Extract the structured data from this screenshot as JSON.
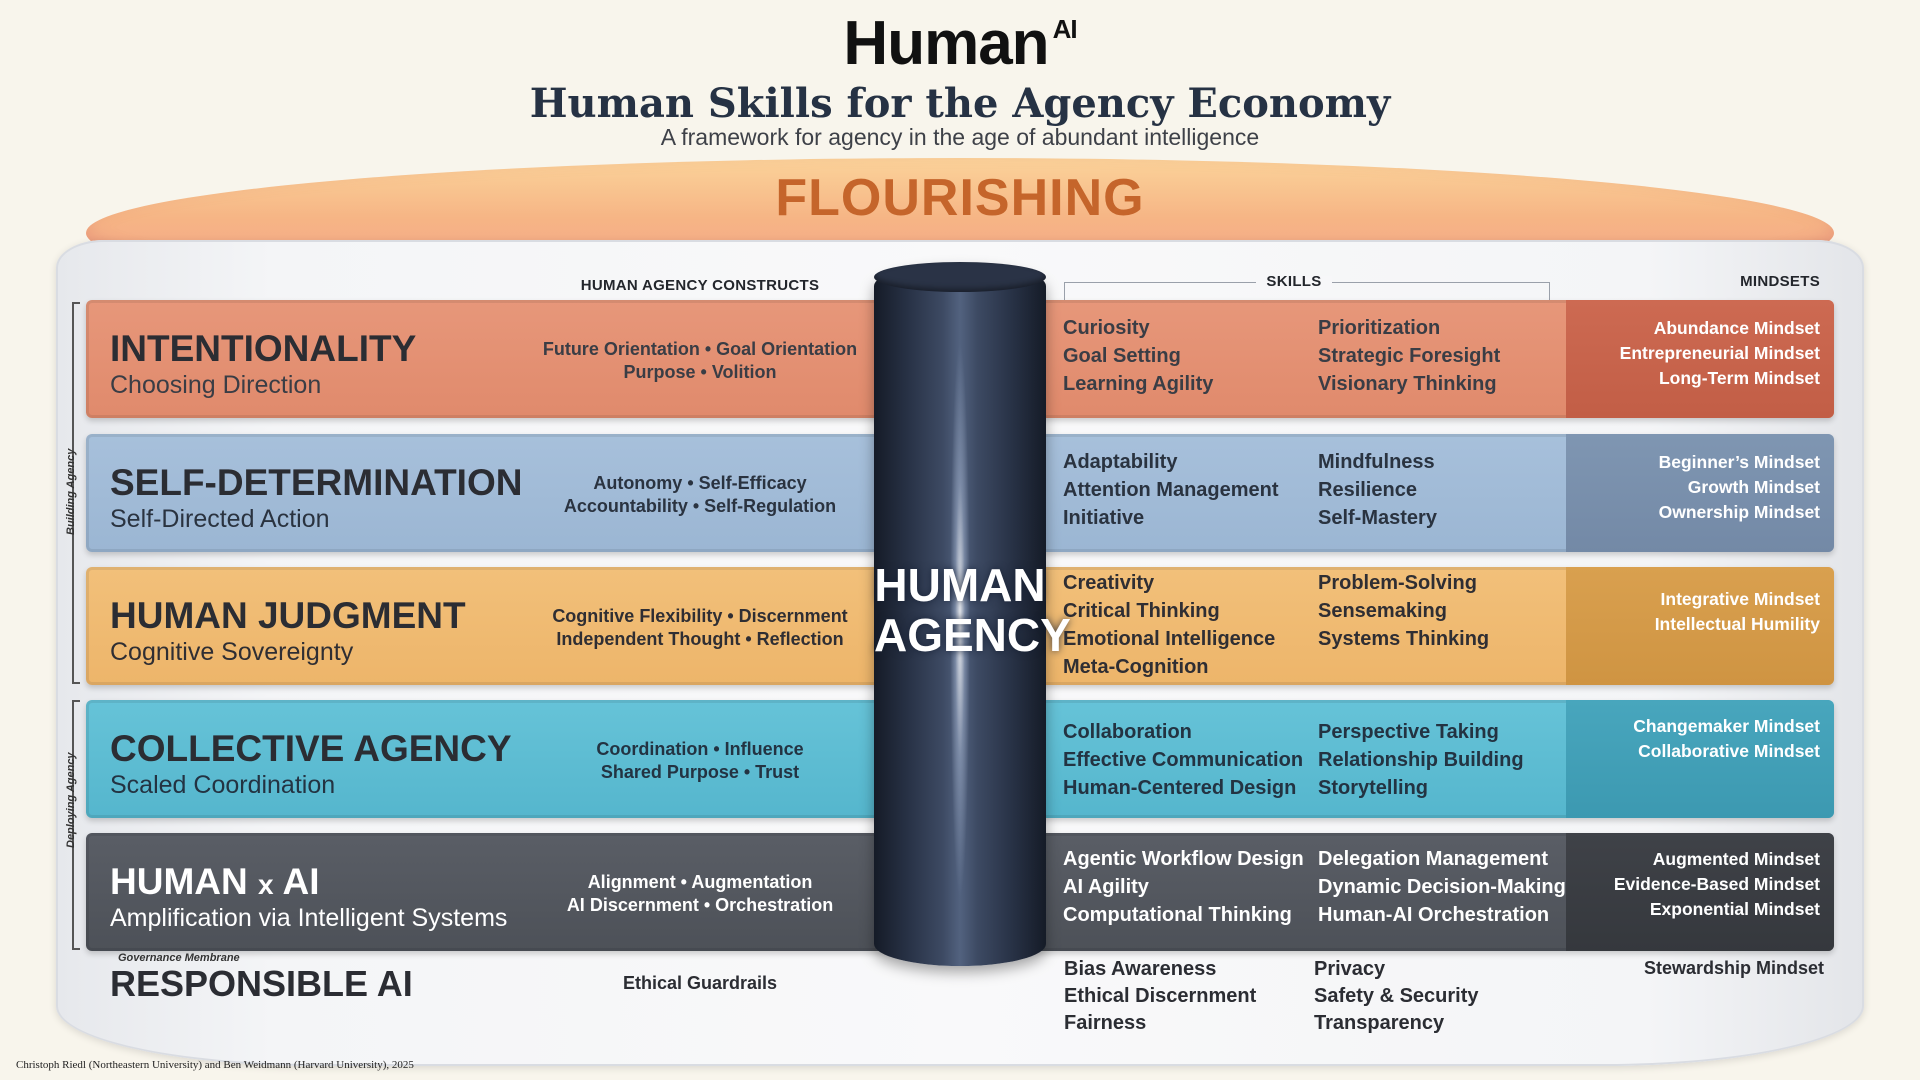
{
  "header": {
    "logo_main": "Human",
    "logo_sup": "AI",
    "title": "Human Skills for the Agency Economy",
    "subtitle": "A framework for agency in the age of abundant intelligence"
  },
  "flourishing": "FLOURISHING",
  "column_headers": {
    "constructs": "HUMAN AGENCY CONSTRUCTS",
    "skills": "SKILLS",
    "mindsets": "MINDSETS"
  },
  "side_labels": {
    "building": "Building Agency",
    "deploying": "Deploying Agency"
  },
  "pillar": {
    "line1": "HUMAN",
    "line2": "AGENCY"
  },
  "bands": [
    {
      "title": "INTENTIONALITY",
      "subtitle": "Choosing Direction",
      "constructs": [
        "Future Orientation • Goal Orientation",
        "Purpose • Volition"
      ],
      "skills_a": [
        "Curiosity",
        "Goal Setting",
        "Learning Agility"
      ],
      "skills_b": [
        "Prioritization",
        "Strategic Foresight",
        "Visionary Thinking"
      ],
      "mindsets": [
        "Abundance Mindset",
        "Entrepreneurial Mindset",
        "Long-Term Mindset"
      ]
    },
    {
      "title": "SELF-DETERMINATION",
      "subtitle": "Self-Directed Action",
      "constructs": [
        "Autonomy • Self-Efficacy",
        "Accountability • Self-Regulation"
      ],
      "skills_a": [
        "Adaptability",
        "Attention Management",
        "Initiative"
      ],
      "skills_b": [
        "Mindfulness",
        "Resilience",
        "Self-Mastery"
      ],
      "mindsets": [
        "Beginner’s Mindset",
        "Growth Mindset",
        "Ownership Mindset"
      ]
    },
    {
      "title": "HUMAN JUDGMENT",
      "subtitle": "Cognitive Sovereignty",
      "constructs": [
        "Cognitive Flexibility • Discernment",
        "Independent Thought • Reflection"
      ],
      "skills_a": [
        "Creativity",
        "Critical Thinking",
        "Emotional Intelligence",
        "Meta-Cognition"
      ],
      "skills_b": [
        "Problem-Solving",
        "Sensemaking",
        "Systems Thinking"
      ],
      "mindsets": [
        "Integrative Mindset",
        "Intellectual Humility"
      ]
    },
    {
      "title": "COLLECTIVE AGENCY",
      "subtitle": "Scaled Coordination",
      "constructs": [
        "Coordination • Influence",
        "Shared Purpose • Trust"
      ],
      "skills_a": [
        "Collaboration",
        "Effective Communication",
        "Human-Centered Design"
      ],
      "skills_b": [
        "Perspective Taking",
        "Relationship Building",
        "Storytelling"
      ],
      "mindsets": [
        "Changemaker Mindset",
        "Collaborative Mindset"
      ]
    },
    {
      "title_a": "HUMAN",
      "title_x": "x",
      "title_b": "AI",
      "subtitle": "Amplification via Intelligent Systems",
      "constructs": [
        "Alignment • Augmentation",
        "AI Discernment • Orchestration"
      ],
      "skills_a": [
        "Agentic Workflow Design",
        "AI Agility",
        "Computational Thinking"
      ],
      "skills_b": [
        "Delegation Management",
        "Dynamic Decision-Making",
        "Human-AI Orchestration"
      ],
      "mindsets": [
        "Augmented Mindset",
        "Evidence-Based Mindset",
        "Exponential Mindset"
      ]
    }
  ],
  "responsible": {
    "small_label": "Governance Membrane",
    "title": "RESPONSIBLE AI",
    "constructs": "Ethical Guardrails",
    "skills_a": [
      "Bias Awareness",
      "Ethical Discernment",
      "Fairness"
    ],
    "skills_b": [
      "Privacy",
      "Safety & Security",
      "Transparency"
    ],
    "mindsets": "Stewardship Mindset"
  },
  "footer": "Christoph Riedl (Northeastern University) and Ben Weidmann (Harvard University), 2025"
}
